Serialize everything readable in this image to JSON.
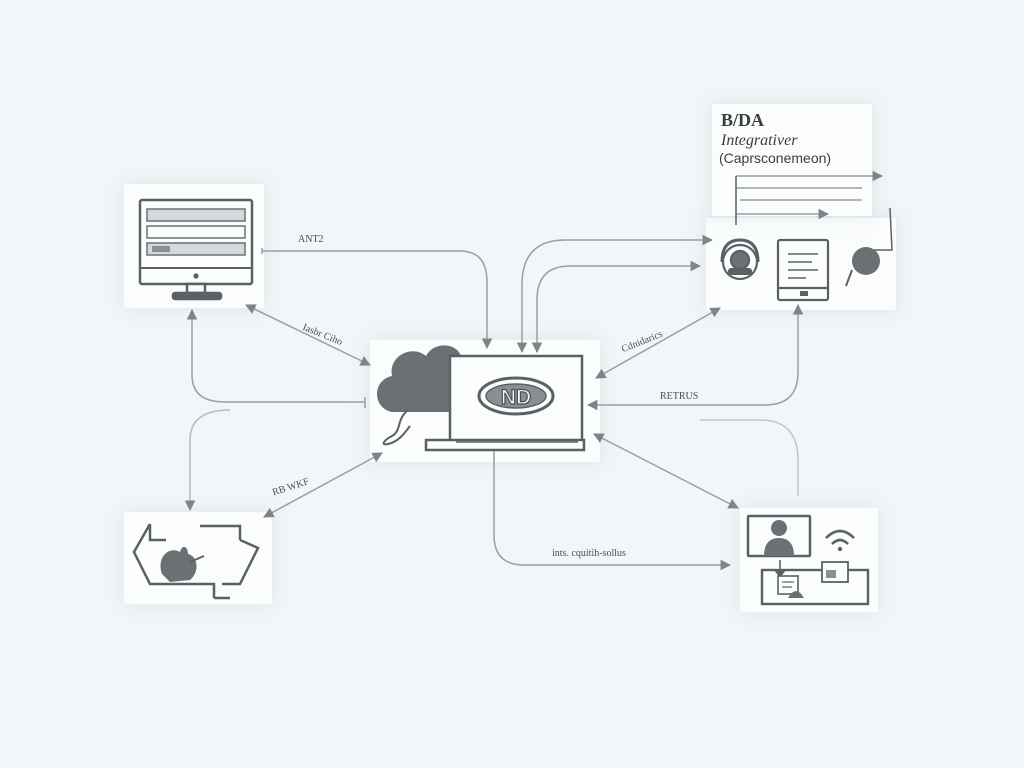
{
  "colors": {
    "background": "#f1f6f8",
    "stroke": "#5b6065",
    "edge": "#8c9196",
    "fill_dark": "#6b7075"
  },
  "title_panel": {
    "line1": "B/DA",
    "line2": "Integrativer",
    "line3": "(Caprsconemeon)"
  },
  "nodes": {
    "desktop_monitor": {
      "icon": "monitor-icon"
    },
    "central_laptop": {
      "icon": "laptop-icon",
      "logo_text": "ND"
    },
    "cloud": {
      "icon": "cloud-icon"
    },
    "support_group": {
      "icon": "headset-tablet-icon"
    },
    "bottom_left_device": {
      "icon": "animal-device-icon"
    },
    "bottom_right_station": {
      "icon": "video-wifi-station-icon"
    }
  },
  "edge_labels": {
    "top_left": "ANT2",
    "mid_left": "Iasbr Ciho",
    "bottom_left": "RB WKF",
    "mid_right": "Cdnidarics",
    "right": "RETRUS",
    "bottom": "ints. cquitih-sollus"
  }
}
